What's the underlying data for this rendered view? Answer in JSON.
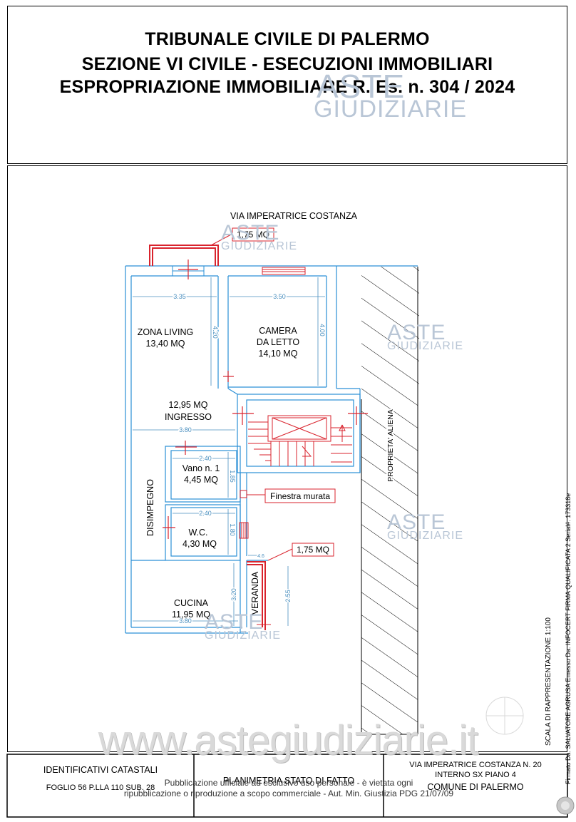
{
  "header": {
    "line1": "TRIBUNALE CIVILE DI PALERMO",
    "line2": "SEZIONE VI   CIVILE - ESECUZIONI IMMOBILIARI",
    "line3": "ESPROPRIAZIONE IMMOBILIARE R. Es. n. 304 / 2024"
  },
  "watermark": {
    "aste": "ASTE",
    "giudiziarie": "GIUDIZIARIE",
    "website": "www.astegiudiziarie.it"
  },
  "plan": {
    "street": "VIA IMPERATRICE COSTANZA",
    "balcony_area": "1,75 MQ",
    "veranda_area": "1,75 MQ",
    "rooms": {
      "living_name": "ZONA LIVING",
      "living_area": "13,40 MQ",
      "bedroom_name_1": "CAMERA",
      "bedroom_name_2": "DA LETTO",
      "bedroom_area": "14,10 MQ",
      "entry_area": "12,95 MQ",
      "entry_name": "INGRESSO",
      "vano_name": "Vano n. 1",
      "vano_area": "4,45 MQ",
      "wc_name": "W.C.",
      "wc_area": "4,30 MQ",
      "kitchen_name": "CUCINA",
      "kitchen_area": "11,95 MQ",
      "corridor_name": "DISIMPEGNO",
      "veranda_name": "VERANDA",
      "neighbor_name": "PROPRIETA' ALIENA"
    },
    "window_note": "Finestra murata",
    "dimensions": {
      "living_w": "3.35",
      "living_h": "4.20",
      "bedroom_w": "3.50",
      "bedroom_h": "4.00",
      "entry_w": "3.80",
      "vano_w": "2.40",
      "vano_h": "1.85",
      "wc_w": "2.40",
      "wc_h": "1.80",
      "kitchen_h": "3.20",
      "kitchen_w": "3.80",
      "veranda_h": "2.55",
      "veranda_w": "4.6"
    }
  },
  "side": {
    "scale": "SCALA DI RAPPRESENTAZIONE 1:100",
    "signature": "Firmato Da: SALVATORE AGRUSA Emesso Da: INFOCERT FIRMA QUALIFICATA 2 Serial#: 173318e"
  },
  "footer": {
    "left_title": "IDENTIFICATIVI CATASTALI",
    "left_value": "FOGLIO  56 P.LLA 110 SUB. 28",
    "center_title": "PLANIMETRIA STATO DI FATTO",
    "right_line1": "VIA IMPERATRICE COSTANZA N. 20",
    "right_line2": "INTERNO SX PIANO 4",
    "right_line3": "COMUNE DI PALERMO",
    "legal_line1": "Pubblicazione ufficiale ad esclusivo uso personale - è vietata ogni",
    "legal_line2": "ripubblicazione o riproduzione a scopo commerciale - Aut. Min. Giustizia PDG 21/07/09"
  },
  "colors": {
    "wall": "#2a8fd6",
    "red": "#d9232d",
    "dim": "#4a8fbf",
    "watermark": "#b9c6d6"
  }
}
